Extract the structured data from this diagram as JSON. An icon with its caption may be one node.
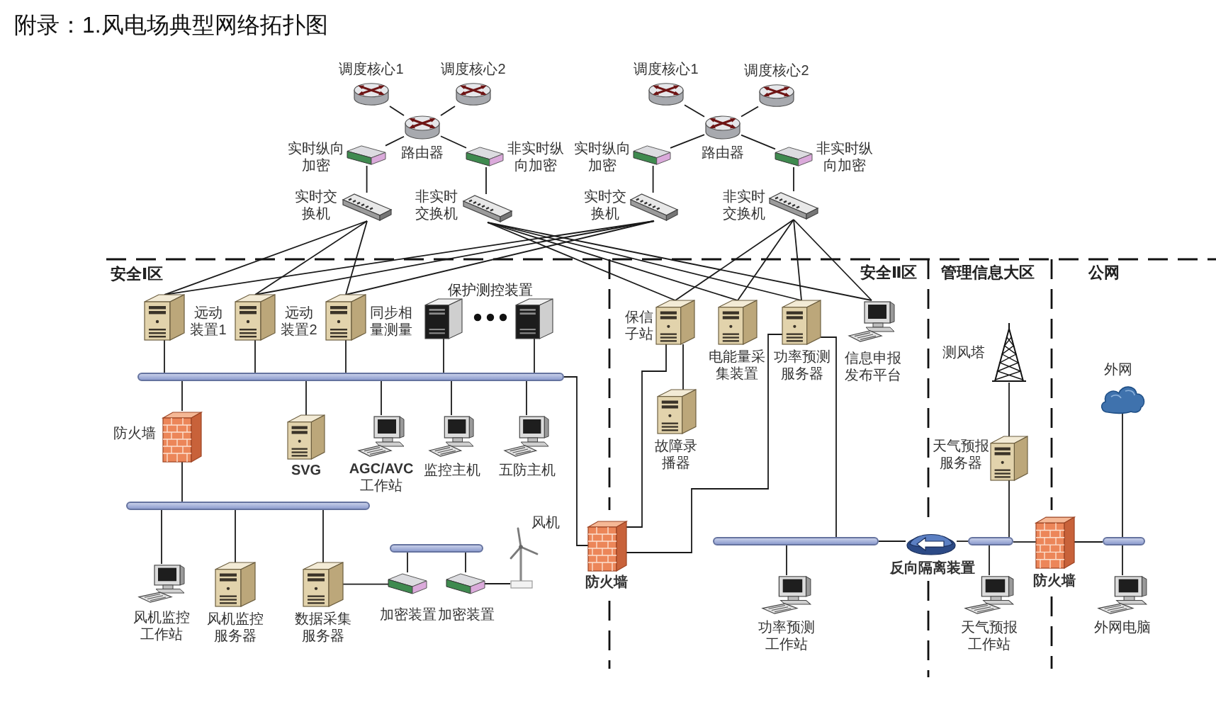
{
  "diagram": {
    "title": "附录：1.风电场典型网络拓扑图",
    "nodes": [
      {
        "text": [
          "调度核心1"
        ]
      },
      {
        "text": [
          "调度核心2"
        ]
      },
      {
        "text": [
          "路由器"
        ]
      },
      {
        "text": [
          "实时纵向加密"
        ]
      },
      {
        "text": [
          "非实时纵向加密"
        ]
      },
      {
        "text": [
          "实时交换机"
        ]
      },
      {
        "text": [
          "非实时交换机"
        ]
      },
      {
        "text": [
          "调度核心1"
        ]
      },
      {
        "text": [
          "调度核心2"
        ]
      },
      {
        "text": [
          "路由器"
        ]
      },
      {
        "text": [
          "实时纵向加密"
        ]
      },
      {
        "text": [
          "非实时纵向加密"
        ]
      },
      {
        "text": [
          "实时交换机"
        ]
      },
      {
        "text": [
          "非实时交换机"
        ]
      },
      {
        "text": [
          "远动装置1"
        ]
      },
      {
        "text": [
          "远动装置2"
        ]
      },
      {
        "text": [
          "同步相量测量"
        ]
      },
      {
        "text": [],
        "shape": "picture"
      },
      {
        "text": [],
        "shape": "picture"
      },
      {
        "text": [
          "保信子站"
        ]
      },
      {
        "text": [
          "电能量采集装置"
        ]
      },
      {
        "text": [
          "功率预测服务器"
        ]
      },
      {
        "text": [
          "信息申报发布平台"
        ]
      },
      {
        "text": [
          "测风塔"
        ]
      },
      {
        "text": [],
        "shape": "bar"
      },
      {
        "text": [
          "外网"
        ]
      },
      {
        "text": [
          "故障录播器"
        ]
      },
      {
        "text": [
          "防火墙"
        ]
      },
      {
        "text": [
          "SVG"
        ]
      },
      {
        "text": [
          "**AGC/AVC**工作站"
        ]
      },
      {
        "text": [
          "监控主机"
        ]
      },
      {
        "text": [
          "五防主机"
        ]
      },
      {
        "text": [
          "天气预报服务器"
        ]
      },
      {
        "text": [],
        "shape": "bar"
      },
      {
        "text": [
          "防火墙"
        ]
      },
      {
        "text": [],
        "shape": "bar"
      },
      {
        "text": [
          "风机"
        ]
      },
      {
        "text": [],
        "shape": "bar"
      },
      {
        "text": [
          "反向隔离装置"
        ]
      },
      {
        "text": [],
        "shape": "bar"
      },
      {
        "text": [
          "防火墙"
        ]
      },
      {
        "text": [],
        "shape": "bar"
      },
      {
        "text": [
          "风机监控工作站"
        ]
      },
      {
        "text": [
          "风机监控服务器"
        ]
      },
      {
        "text": [
          "数据采集服务器"
        ]
      },
      {
        "text": [
          "加密装置"
        ]
      },
      {
        "text": [
          "加密装置"
        ]
      },
      {
        "text": [
          "功率预测工作站"
        ]
      },
      {
        "text": [
          "天气预报工作站"
        ]
      },
      {
        "text": [
          "外网电脑"
        ]
      }
    ],
    "edges": [
      {
        "from": 0,
        "to": 2,
        "arrow": "none"
      },
      {
        "from": 1,
        "to": 2,
        "arrow": "none"
      },
      {
        "from": 2,
        "to": 3,
        "arrow": "none"
      },
      {
        "from": 2,
        "to": 4,
        "arrow": "none"
      },
      {
        "from": 3,
        "to": 5,
        "arrow": "none"
      },
      {
        "from": 4,
        "to": 6,
        "arrow": "none"
      },
      {
        "from": 7,
        "to": 9,
        "arrow": "none"
      },
      {
        "from": 8,
        "to": 9,
        "arrow": "none"
      },
      {
        "from": 9,
        "to": 10,
        "arrow": "none"
      },
      {
        "from": 9,
        "to": 11,
        "arrow": "none"
      },
      {
        "from": 10,
        "to": 12,
        "arrow": "none"
      },
      {
        "from": 11,
        "to": 13,
        "arrow": "none"
      },
      {
        "from": 5,
        "to": 14,
        "arrow": "none"
      },
      {
        "from": 5,
        "to": 15,
        "arrow": "none"
      },
      {
        "from": 5,
        "to": 16,
        "arrow": "none"
      },
      {
        "from": 12,
        "to": 14,
        "arrow": "none"
      },
      {
        "from": 12,
        "to": 15,
        "arrow": "none"
      },
      {
        "from": 12,
        "to": 16,
        "arrow": "none"
      },
      {
        "from": 6,
        "to": 19,
        "arrow": "none"
      },
      {
        "from": 6,
        "to": 20,
        "arrow": "none"
      },
      {
        "from": 6,
        "to": 21,
        "arrow": "none"
      },
      {
        "from": 6,
        "to": 22,
        "arrow": "none"
      },
      {
        "from": 13,
        "to": 19,
        "arrow": "none"
      },
      {
        "from": 13,
        "to": 20,
        "arrow": "none"
      },
      {
        "from": 13,
        "to": 21,
        "arrow": "none"
      },
      {
        "from": 13,
        "to": 22,
        "arrow": "none"
      },
      {
        "from": 14,
        "to": 24,
        "arrow": "none"
      },
      {
        "from": 15,
        "to": 24,
        "arrow": "none"
      },
      {
        "from": 16,
        "to": 24,
        "arrow": "none"
      },
      {
        "from": 17,
        "to": 24,
        "arrow": "none"
      },
      {
        "from": 18,
        "to": 24,
        "arrow": "none"
      },
      {
        "from": 24,
        "to": 27,
        "arrow": "none"
      },
      {
        "from": 24,
        "to": 28,
        "arrow": "none"
      },
      {
        "from": 24,
        "to": 29,
        "arrow": "none"
      },
      {
        "from": 24,
        "to": 30,
        "arrow": "none"
      },
      {
        "from": 24,
        "to": 31,
        "arrow": "none"
      },
      {
        "from": 24,
        "to": 34,
        "arrow": "none"
      },
      {
        "from": 27,
        "to": 33,
        "arrow": "none"
      },
      {
        "from": 33,
        "to": 42,
        "arrow": "none"
      },
      {
        "from": 33,
        "to": 43,
        "arrow": "none"
      },
      {
        "from": 33,
        "to": 44,
        "arrow": "none"
      },
      {
        "from": 44,
        "to": 45,
        "arrow": "none"
      },
      {
        "from": 35,
        "to": 45,
        "arrow": "none"
      },
      {
        "from": 35,
        "to": 46,
        "arrow": "none"
      },
      {
        "from": 46,
        "to": 36,
        "arrow": "none"
      },
      {
        "from": 34,
        "to": 19,
        "arrow": "none"
      },
      {
        "from": 34,
        "to": 21,
        "arrow": "none"
      },
      {
        "from": 19,
        "to": 26,
        "arrow": "none"
      },
      {
        "from": 21,
        "to": 37,
        "arrow": "none"
      },
      {
        "from": 37,
        "to": 47,
        "arrow": "none"
      },
      {
        "from": 37,
        "to": 38,
        "arrow": "none"
      },
      {
        "from": 38,
        "to": 39,
        "arrow": "none"
      },
      {
        "from": 23,
        "to": 32,
        "arrow": "none"
      },
      {
        "from": 39,
        "to": 32,
        "arrow": "none"
      },
      {
        "from": 39,
        "to": 48,
        "arrow": "none"
      },
      {
        "from": 39,
        "to": 40,
        "arrow": "none"
      },
      {
        "from": 40,
        "to": 41,
        "arrow": "none"
      },
      {
        "from": 25,
        "to": 41,
        "arrow": "none"
      },
      {
        "from": 41,
        "to": 49,
        "arrow": "none"
      }
    ],
    "labels": [
      "安全Ⅰ区",
      "安全Ⅱ区",
      "管理信息大区",
      "公网",
      "保护测控装置"
    ]
  }
}
